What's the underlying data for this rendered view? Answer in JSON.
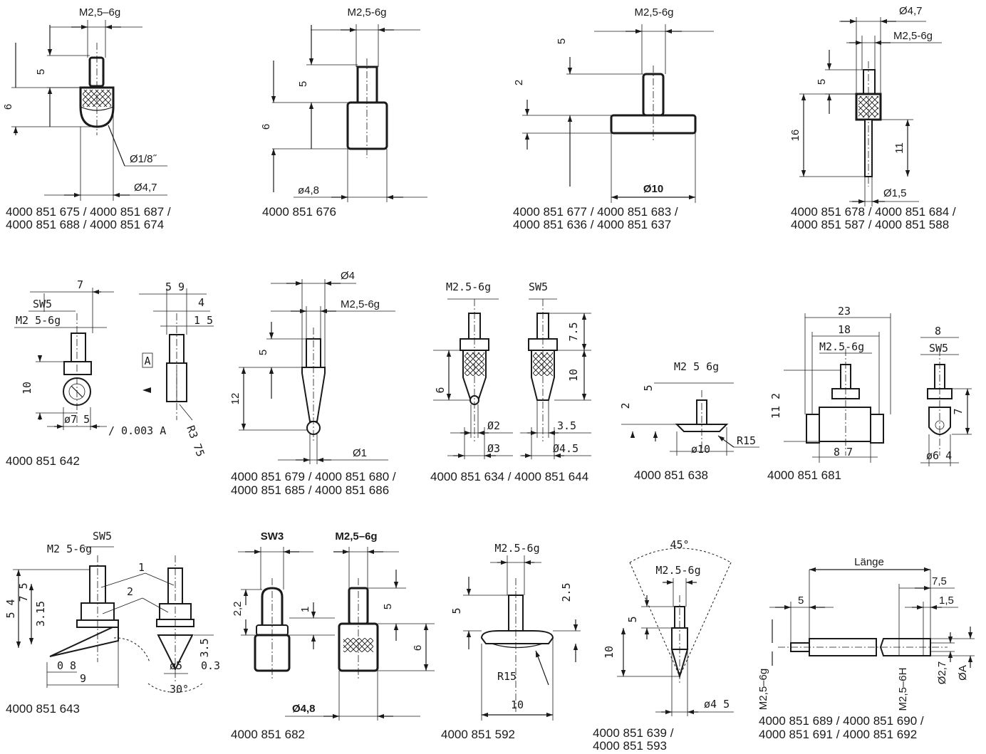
{
  "items": [
    {
      "dims": [
        "M2,5–6g",
        "5",
        "6",
        "Ø1/8˝",
        "Ø4,7"
      ],
      "caption1": "4000 851 675 / 4000 851 687 /",
      "caption2": "4000 851 688 / 4000 851 674"
    },
    {
      "dims": [
        "M2,5-6g",
        "5",
        "6",
        "ø4,8"
      ],
      "caption1": "4000 851 676",
      "caption2": ""
    },
    {
      "dims": [
        "M2,5-6g",
        "5",
        "2",
        "Ø10"
      ],
      "caption1": "4000 851 677 / 4000 851 683 /",
      "caption2": "4000 851 636 / 4000 851 637"
    },
    {
      "dims": [
        "Ø4,7",
        "M2,5-6g",
        "5",
        "16",
        "11",
        "Ø1,5"
      ],
      "caption1": "4000 851 678 / 4000 851 684 /",
      "caption2": "4000 851 587 / 4000 851 588"
    },
    {
      "dims": [
        "7",
        "SW5",
        "M2 5-6g",
        "10",
        "ø7 5",
        "5 9",
        "4",
        "1 5",
        "A",
        "/ 0.003 A",
        "R3 75"
      ],
      "caption1": "4000 851 642",
      "caption2": ""
    },
    {
      "dims": [
        "Ø4",
        "M2,5-6g",
        "5",
        "12",
        "Ø1"
      ],
      "caption1": "4000 851 679 / 4000 851 680 /",
      "caption2": "4000 851 685 / 4000 851 686"
    },
    {
      "dims": [
        "M2.5-6g",
        "SW5",
        "6",
        "7.5",
        "10",
        "Ø2",
        "3.5",
        "Ø3",
        "Ø4.5"
      ],
      "caption1": "4000 851 634 / 4000 851 644",
      "caption2": ""
    },
    {
      "dims": [
        "M2 5 6g",
        "2",
        "5",
        "ø10",
        "R15"
      ],
      "caption1": "4000 851 638",
      "caption2": ""
    },
    {
      "dims": [
        "23",
        "18",
        "M2.5-6g",
        "11 2",
        "8 7",
        "8",
        "SW5",
        "7",
        "ø6 4"
      ],
      "caption1": "4000 851 681",
      "caption2": ""
    },
    {
      "dims": [
        "M2 5-6g",
        "SW5",
        "1",
        "2",
        "5 4",
        "7 5",
        "3.15",
        "0 8",
        "9",
        "ø5",
        "30°",
        "3.5",
        "0.3"
      ],
      "caption1": "4000 851 643",
      "caption2": ""
    },
    {
      "dims": [
        "SW3",
        "M2,5–6g",
        "2,2",
        "1",
        "5",
        "6",
        "Ø4,8"
      ],
      "caption1": "4000 851 682",
      "caption2": ""
    },
    {
      "dims": [
        "M2.5-6g",
        "5",
        "2.5",
        "R15",
        "10"
      ],
      "caption1": "4000 851 592",
      "caption2": ""
    },
    {
      "dims": [
        "45°",
        "M2.5-6g",
        "5",
        "10",
        "ø4 5"
      ],
      "caption1": "4000 851 639 /",
      "caption2": "4000 851 593"
    },
    {
      "dims": [
        "Länge",
        "7,5",
        "1,5",
        "5",
        "M2,5–6g",
        "M2,5–6H",
        "Ø2,7",
        "ØA"
      ],
      "caption1": "4000 851 689 / 4000 851 690 /",
      "caption2": "4000 851 691 / 4000 851 692"
    }
  ]
}
